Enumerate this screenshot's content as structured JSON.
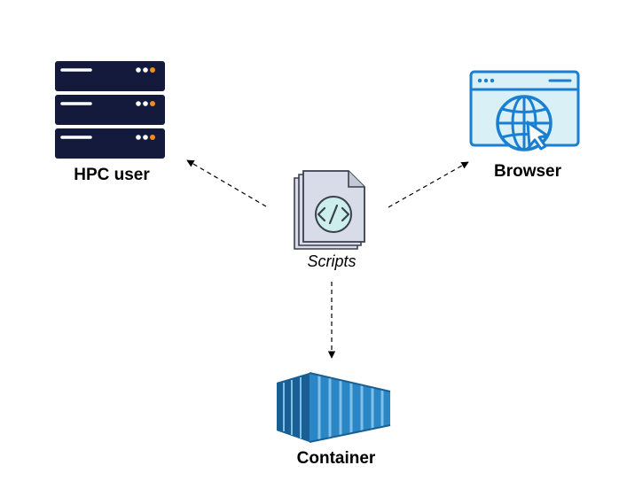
{
  "nodes": {
    "hpc": {
      "label": "HPC user",
      "icon": "server-rack-icon"
    },
    "browser": {
      "label": "Browser",
      "icon": "browser-window-globe-icon"
    },
    "container": {
      "label": "Container",
      "icon": "shipping-container-icon"
    },
    "scripts": {
      "label": "Scripts",
      "icon": "code-document-stack-icon"
    }
  },
  "edges": [
    {
      "from": "scripts",
      "to": "hpc",
      "style": "dashed"
    },
    {
      "from": "scripts",
      "to": "browser",
      "style": "dashed"
    },
    {
      "from": "scripts",
      "to": "container",
      "style": "dashed"
    }
  ],
  "colors": {
    "server": "#131a3c",
    "server_led_white": "#ffffff",
    "server_led_orange": "#f28c1e",
    "browser_stroke": "#1a7fd0",
    "browser_fill": "#d9f1f6",
    "container_fill": "#2a86c4",
    "container_dark": "#1a5f93",
    "document_fill": "#d8dce8",
    "document_stroke": "#3b3f4c"
  }
}
